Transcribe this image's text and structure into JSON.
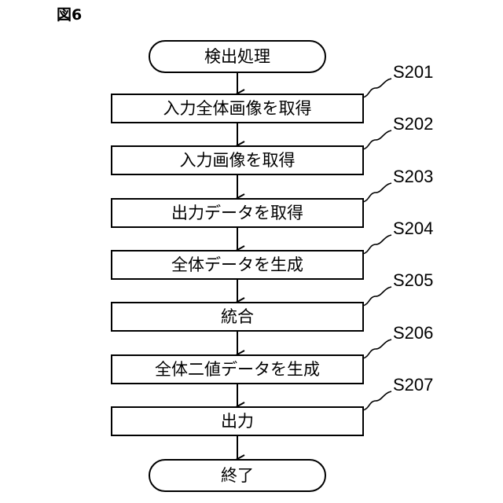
{
  "figure": {
    "label": "図6"
  },
  "flow": {
    "start": "検出処理",
    "end": "終了",
    "steps": [
      {
        "id": "S201",
        "text": "入力全体画像を取得"
      },
      {
        "id": "S202",
        "text": "入力画像を取得"
      },
      {
        "id": "S203",
        "text": "出力データを取得"
      },
      {
        "id": "S204",
        "text": "全体データを生成"
      },
      {
        "id": "S205",
        "text": "統合"
      },
      {
        "id": "S206",
        "text": "全体二値データを生成"
      },
      {
        "id": "S207",
        "text": "出力"
      }
    ]
  },
  "colors": {
    "stroke": "#000000",
    "fill": "#ffffff"
  }
}
